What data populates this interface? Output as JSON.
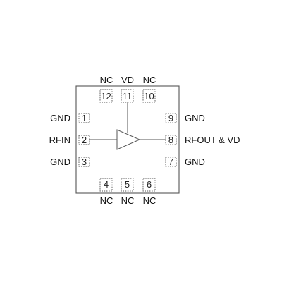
{
  "pins": {
    "p1": {
      "number": "1",
      "name": "GND"
    },
    "p2": {
      "number": "2",
      "name": "RFIN"
    },
    "p3": {
      "number": "3",
      "name": "GND"
    },
    "p4": {
      "number": "4",
      "name": "NC"
    },
    "p5": {
      "number": "5",
      "name": "NC"
    },
    "p6": {
      "number": "6",
      "name": "NC"
    },
    "p7": {
      "number": "7",
      "name": "GND"
    },
    "p8": {
      "number": "8",
      "name": "RFOUT & VD"
    },
    "p9": {
      "number": "9",
      "name": "GND"
    },
    "p10": {
      "number": "10",
      "name": "NC"
    },
    "p11": {
      "number": "11",
      "name": "VD"
    },
    "p12": {
      "number": "12",
      "name": "NC"
    }
  },
  "colors": {
    "line": "#555555",
    "text": "#111111",
    "background": "#ffffff"
  },
  "symbols": {
    "amplifier": "amplifier-triangle-icon"
  }
}
